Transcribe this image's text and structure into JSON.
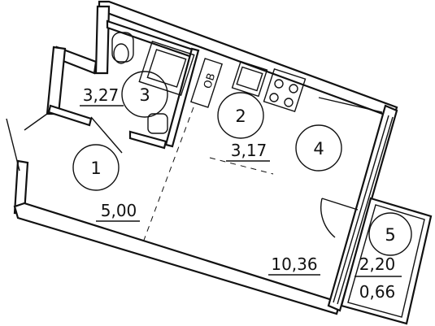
{
  "rooms": [
    {
      "number": "1",
      "area": "5,00"
    },
    {
      "number": "2",
      "area": "3,17"
    },
    {
      "number": "3",
      "area": "3,27"
    },
    {
      "number": "4",
      "area": "10,36"
    },
    {
      "number": "5",
      "area": "2,20",
      "area_reduced": "0,66"
    }
  ],
  "appliance_label": "OB"
}
